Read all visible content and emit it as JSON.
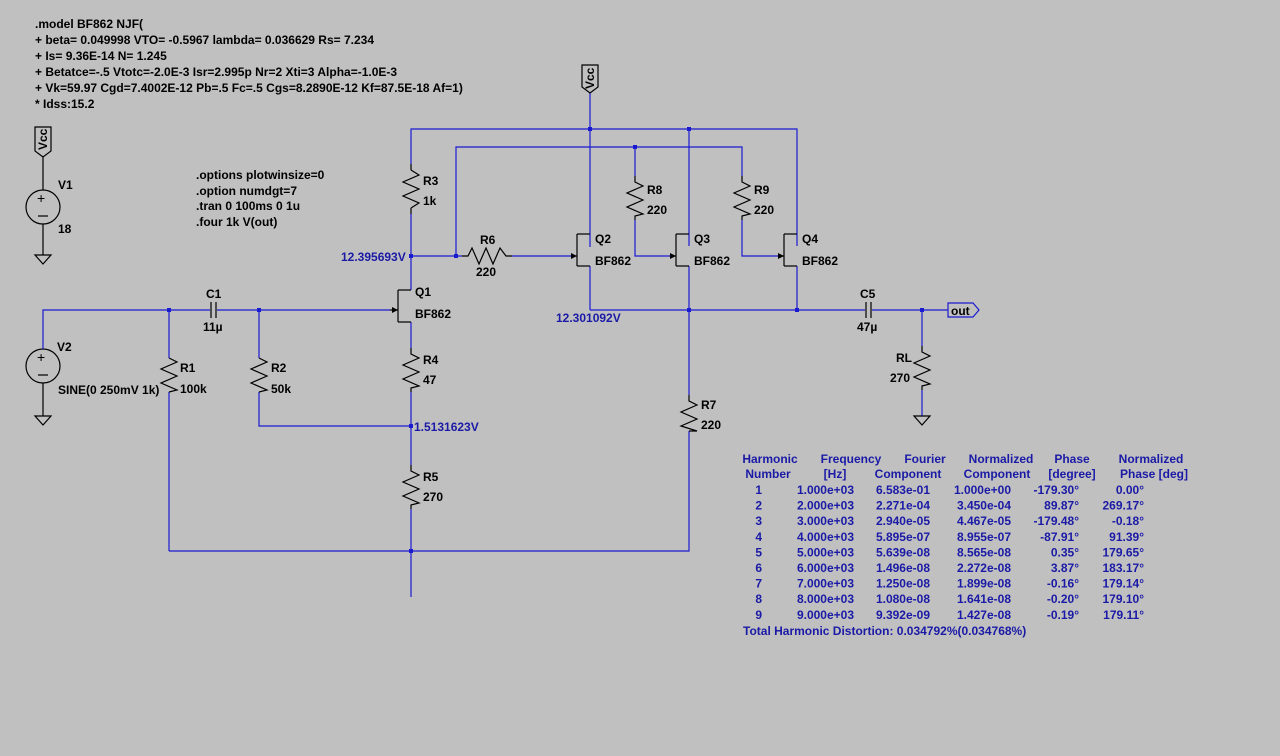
{
  "model_text": [
    ".model BF862 NJF(",
    "+ beta= 0.049998 VTO= -0.5967 lambda= 0.036629 Rs= 7.234",
    "+ Is= 9.36E-14 N= 1.245",
    "+ Betatce=-.5 Vtotc=-2.0E-3 Isr=2.995p Nr=2 Xti=3 Alpha=-1.0E-3",
    "+ Vk=59.97 Cgd=7.4002E-12 Pb=.5 Fc=.5 Cgs=8.2890E-12 Kf=87.5E-18 Af=1)",
    "* Idss:15.2"
  ],
  "directives": [
    ".options plotwinsize=0",
    ".option numdgt=7",
    ".tran 0 100ms 0 1u",
    ".four 1k V(out)"
  ],
  "components": {
    "V1": {
      "name": "V1",
      "value": "18"
    },
    "V2": {
      "name": "V2",
      "value": "SINE(0 250mV 1k)"
    },
    "R1": {
      "name": "R1",
      "value": "100k"
    },
    "R2": {
      "name": "R2",
      "value": "50k"
    },
    "R3": {
      "name": "R3",
      "value": "1k"
    },
    "R4": {
      "name": "R4",
      "value": "47"
    },
    "R5": {
      "name": "R5",
      "value": "270"
    },
    "R6": {
      "name": "R6",
      "value": "220"
    },
    "R7": {
      "name": "R7",
      "value": "220"
    },
    "R8": {
      "name": "R8",
      "value": "220"
    },
    "R9": {
      "name": "R9",
      "value": "220"
    },
    "RL": {
      "name": "RL",
      "value": "270"
    },
    "C1": {
      "name": "C1",
      "value": "11µ"
    },
    "C5": {
      "name": "C5",
      "value": "47µ"
    },
    "Q1": {
      "name": "Q1",
      "value": "BF862"
    },
    "Q2": {
      "name": "Q2",
      "value": "BF862"
    },
    "Q3": {
      "name": "Q3",
      "value": "BF862"
    },
    "Q4": {
      "name": "Q4",
      "value": "BF862"
    }
  },
  "net_labels": {
    "vcc": "Vcc",
    "out": "out"
  },
  "voltages": {
    "q1_drain": "12.395693V",
    "output_node": "12.301092V",
    "q1_source": "1.5131623V"
  },
  "fourier": {
    "header1": [
      "Harmonic",
      "Frequency",
      "Fourier",
      "Normalized",
      "Phase",
      "Normalized"
    ],
    "header2": [
      "Number",
      "[Hz]",
      "Component",
      "Component",
      "[degree]",
      "Phase [deg]"
    ],
    "rows": [
      [
        "1",
        "1.000e+03",
        "6.583e-01",
        "1.000e+00",
        "-179.30°",
        "0.00°"
      ],
      [
        "2",
        "2.000e+03",
        "2.271e-04",
        "3.450e-04",
        "89.87°",
        "269.17°"
      ],
      [
        "3",
        "3.000e+03",
        "2.940e-05",
        "4.467e-05",
        "-179.48°",
        "-0.18°"
      ],
      [
        "4",
        "4.000e+03",
        "5.895e-07",
        "8.955e-07",
        "-87.91°",
        "91.39°"
      ],
      [
        "5",
        "5.000e+03",
        "5.639e-08",
        "8.565e-08",
        "0.35°",
        "179.65°"
      ],
      [
        "6",
        "6.000e+03",
        "1.496e-08",
        "2.272e-08",
        "3.87°",
        "183.17°"
      ],
      [
        "7",
        "7.000e+03",
        "1.250e-08",
        "1.899e-08",
        "-0.16°",
        "179.14°"
      ],
      [
        "8",
        "8.000e+03",
        "1.080e-08",
        "1.641e-08",
        "-0.20°",
        "179.10°"
      ],
      [
        "9",
        "9.000e+03",
        "9.392e-09",
        "1.427e-08",
        "-0.19°",
        "179.11°"
      ]
    ],
    "thd": "Total Harmonic Distortion: 0.034792%(0.034768%)"
  },
  "colors": {
    "wire": "#1a1ad0",
    "text": "#000000",
    "annotation": "#1a1aa6",
    "background": "#c0c0c0"
  }
}
